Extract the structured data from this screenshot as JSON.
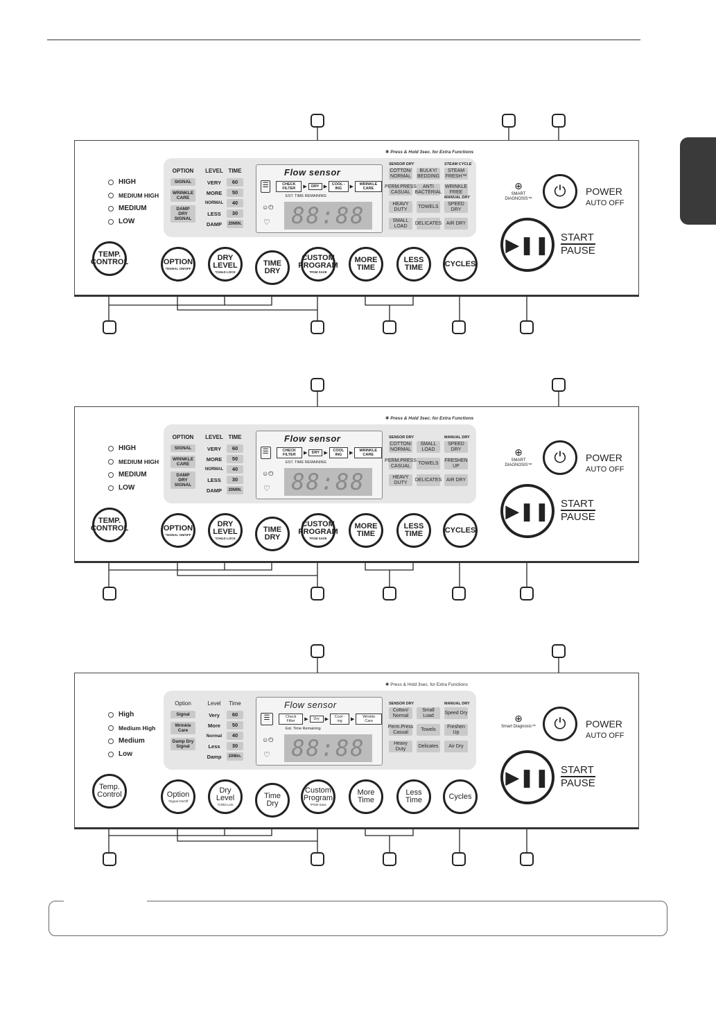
{
  "panels": [
    {
      "hold_note": "✱ Press & Hold 3sec. for Extra Functions",
      "temps": [
        "HIGH",
        "MEDIUM HIGH",
        "MEDIUM",
        "LOW"
      ],
      "option_header": "OPTION",
      "options": [
        "SIGNAL",
        "WRINKLE CARE",
        "DAMP DRY SIGNAL"
      ],
      "level_header": "LEVEL",
      "levels": [
        "VERY",
        "MORE",
        "NORMAL",
        "LESS",
        "DAMP"
      ],
      "time_header": "TIME",
      "times": [
        "60",
        "50",
        "40",
        "30",
        "20MIN."
      ],
      "brand": "Flow sensor",
      "steps": [
        "CHECK FILTER",
        "DRY",
        "COOL -ING",
        "WRINKLE CARE"
      ],
      "est_label": "EST. TIME REMAINING",
      "digits": "88:88",
      "cycle_labels": [
        "SENSOR DRY",
        "STEAM CYCLE",
        "MANUAL DRY"
      ],
      "cycles": [
        "COTTON/ NORMAL",
        "BULKY/ BEDDING",
        "STEAM FRESH™",
        "PERM.PRESS CASUAL",
        "ANTI BACTERIAL",
        "WRINKLE FREE",
        "HEAVY DUTY",
        "TOWELS",
        "SPEED DRY",
        "SMALL LOAD",
        "DELICATES",
        "AIR DRY"
      ],
      "buttons": {
        "temp": "TEMP. CONTROL",
        "option": "OPTION",
        "option_sub": "*SIGNAL ON/OFF",
        "dry_level": "DRY LEVEL",
        "dry_level_sub": "*CHILD LOCK",
        "time_dry": "TIME DRY",
        "custom": "CUSTOM PROGRAM",
        "custom_sub": "*PGM SAVE",
        "more_time": "MORE TIME",
        "less_time": "LESS TIME",
        "cycles": "CYCLES"
      },
      "smart_diagnosis": "SMART DIAGNOSIS™",
      "power": "POWER",
      "auto_off": "AUTO OFF",
      "start": "START",
      "pause": "PAUSE"
    },
    {
      "hold_note": "✱ Press & Hold 3sec. for Extra Functions",
      "temps": [
        "HIGH",
        "MEDIUM HIGH",
        "MEDIUM",
        "LOW"
      ],
      "option_header": "OPTION",
      "options": [
        "SIGNAL",
        "WRINKLE CARE",
        "DAMP DRY SIGNAL"
      ],
      "level_header": "LEVEL",
      "levels": [
        "VERY",
        "MORE",
        "NORMAL",
        "LESS",
        "DAMP"
      ],
      "time_header": "TIME",
      "times": [
        "60",
        "50",
        "40",
        "30",
        "20MIN."
      ],
      "brand": "Flow sensor",
      "steps": [
        "CHECK FILTER",
        "DRY",
        "COOL ING",
        "WRINKLE CARE"
      ],
      "est_label": "EST. TIME REMAINING",
      "digits": "88:88",
      "cycle_labels": [
        "SENSOR DRY",
        "",
        "MANUAL DRY"
      ],
      "cycles": [
        "COTTON/ NORMAL",
        "SMALL LOAD",
        "SPEED DRY",
        "PERM.PRESS CASUAL",
        "TOWELS",
        "FRESHEN UP",
        "HEAVY DUTY",
        "DELICATES",
        "AIR DRY"
      ],
      "buttons": {
        "temp": "TEMP. CONTROL",
        "option": "OPTION",
        "option_sub": "*SIGNAL ON/OFF",
        "dry_level": "DRY LEVEL",
        "dry_level_sub": "*CHILD LOCK",
        "time_dry": "TIME DRY",
        "custom": "CUSTOM PROGRAM",
        "custom_sub": "*PGM SAVE",
        "more_time": "MORE TIME",
        "less_time": "LESS TIME",
        "cycles": "CYCLES"
      },
      "smart_diagnosis": "SMART DIAGNOSIS™",
      "power": "POWER",
      "auto_off": "AUTO OFF",
      "start": "START",
      "pause": "PAUSE"
    },
    {
      "hold_note": "✱ Press & Hold 3sec. for Extra Functions",
      "temps": [
        "High",
        "Medium High",
        "Medium",
        "Low"
      ],
      "option_header": "Option",
      "options": [
        "Signal",
        "Wrinkle Care",
        "Damp Dry Signal"
      ],
      "level_header": "Level",
      "levels": [
        "Very",
        "More",
        "Normal",
        "Less",
        "Damp"
      ],
      "time_header": "Time",
      "times": [
        "60",
        "50",
        "40",
        "30",
        "20Min."
      ],
      "brand": "Flow sensor",
      "steps": [
        "Check Filter",
        "Dry",
        "Cool -ing",
        "Wrinkle Care"
      ],
      "est_label": "Est. Time Remaining",
      "digits": "88:88",
      "cycle_labels": [
        "SENSOR DRY",
        "",
        "MANUAL DRY"
      ],
      "cycles": [
        "Cotton/ Normal",
        "Small Load",
        "Speed Dry",
        "Perm.Press Casual",
        "Towels",
        "Freshen Up",
        "Heavy Duty",
        "Delicates",
        "Air Dry"
      ],
      "buttons": {
        "temp": "Temp. Control",
        "option": "Option",
        "option_sub": "*Signal On/Off",
        "dry_level": "Dry Level",
        "dry_level_sub": "*Child Lock",
        "time_dry": "Time Dry",
        "custom": "Custom Program",
        "custom_sub": "*PGM Save",
        "more_time": "More Time",
        "less_time": "Less Time",
        "cycles": "Cycles"
      },
      "smart_diagnosis": "Smart Diagnosis™",
      "power": "POWER",
      "auto_off": "AUTO OFF",
      "start": "START",
      "pause": "PAUSE"
    }
  ]
}
